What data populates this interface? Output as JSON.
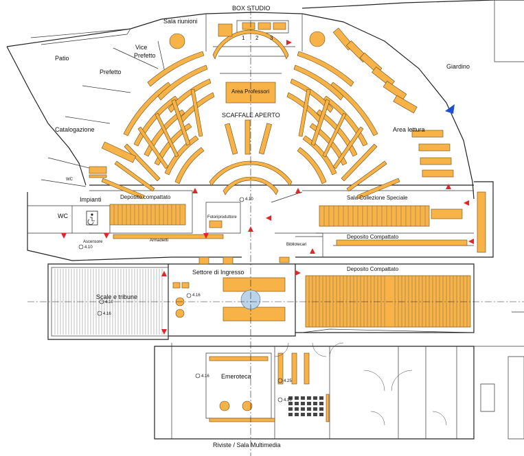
{
  "rooms": {
    "box_studio": "BOX STUDIO",
    "sala_riunioni": "Sala riunioni",
    "box_1": "1",
    "box_2": "2",
    "box_3": "3",
    "patio": "Patio",
    "vice_prefetto_1": "Vice",
    "vice_prefetto_2": "Prefetto",
    "prefetto": "Prefetto",
    "catalogazione": "Catalogazione",
    "giardino": "Giardino",
    "area_professori": "Area Professori",
    "scaffale_aperto": "SCAFFALE APERTO",
    "area_lettura": "Area lettura",
    "wc_top": "WC",
    "wc": "WC",
    "impianti": "Impianti",
    "ascensore": "Ascensore",
    "deposito_compattato_left": "Deposito compattato",
    "armadietti": "Armadietti",
    "fotoriproduttore": "Fotoriproduttore",
    "sala_collezione_speciale": "Sala Collezione Speciale",
    "deposito_compattato_mid": "Deposito Compattato",
    "bibliotecari": "Bibliotecari",
    "deposito_compattato_large": "Deposito Compattato",
    "settore_ingresso": "Settore di Ingresso",
    "scale_tribune": "Scale e tribune",
    "emeroteca": "Emeroteca",
    "riviste_multimedia": "Riviste / Sala Multimedia"
  },
  "levels": {
    "l1": "4.10",
    "l2": "4.10",
    "l3": "4.10",
    "l4": "4.16",
    "l5": "4.16",
    "l6": "4.16",
    "l7": "4.25",
    "l8": "4.16"
  },
  "colors": {
    "furniture": "#f7b248",
    "arrows": "#e0262a",
    "north_marker": "#1a4fd6",
    "entrance_circle": "#bcd4ea"
  }
}
